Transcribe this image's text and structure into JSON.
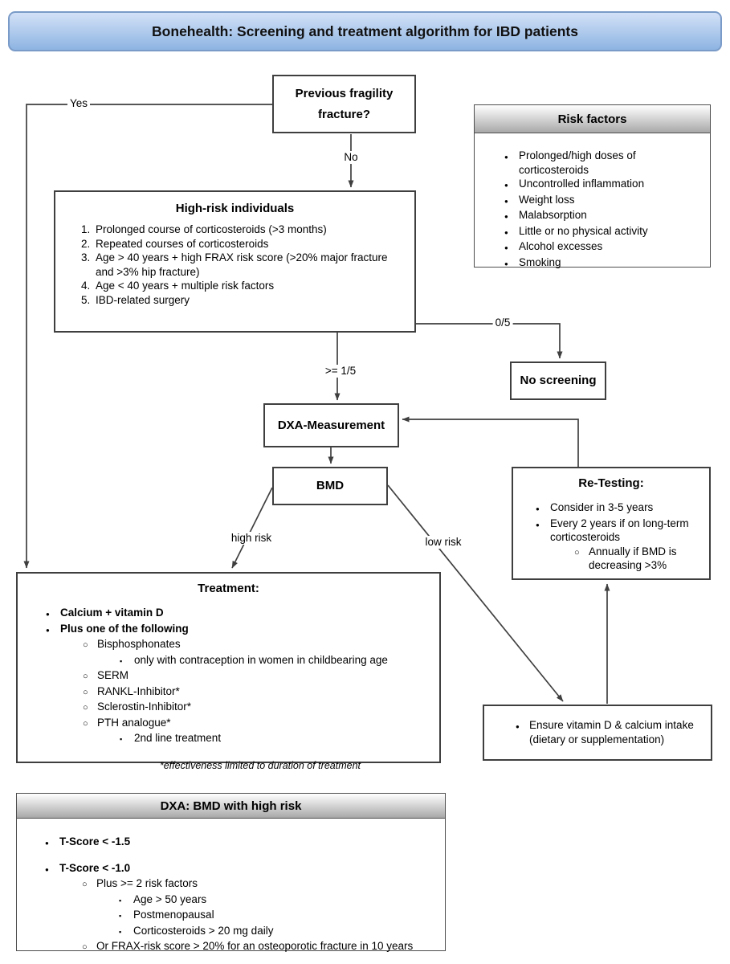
{
  "title_bar": {
    "text": "Bonehealth: Screening and treatment algorithm for IBD patients"
  },
  "markers": {
    "disc": "●",
    "circle": "○",
    "square": "▪"
  },
  "edge_labels": {
    "yes": "Yes",
    "no": "No",
    "zero_of_five": "0/5",
    "gte_one_of_five": ">= 1/5",
    "high_risk": "high risk",
    "low_risk": "low risk"
  },
  "previous_fracture": {
    "text": "Previous fragility fracture?"
  },
  "risk_factors": {
    "title": "Risk factors",
    "items": [
      {
        "text": "Prolonged/high doses of corticosteroids"
      },
      {
        "text": "Uncontrolled inflammation"
      },
      {
        "text": "Weight loss"
      },
      {
        "text": "Malabsorption"
      },
      {
        "text": "Little or no physical activity"
      },
      {
        "text": "Alcohol excesses"
      },
      {
        "text": "Smoking"
      }
    ]
  },
  "high_risk_individuals": {
    "title": "High-risk individuals",
    "items": [
      {
        "num": "1.",
        "text": "Prolonged course of corticosteroids (>3 months)"
      },
      {
        "num": "2.",
        "text": "Repeated courses of corticosteroids"
      },
      {
        "num": "3.",
        "text": "Age > 40 years + high FRAX risk score (>20% major fracture and >3% hip fracture)"
      },
      {
        "num": "4.",
        "text": "Age < 40 years + multiple risk factors"
      },
      {
        "num": "5.",
        "text": "IBD-related surgery"
      }
    ]
  },
  "no_screening": {
    "text": "No screening"
  },
  "dxa_measurement": {
    "text": "DXA-Measurement"
  },
  "bmd": {
    "text": "BMD"
  },
  "retesting": {
    "title": "Re-Testing:",
    "items": [
      {
        "text": "Consider in 3-5 years"
      },
      {
        "text": "Every 2 years if on long-term corticosteroids"
      },
      {
        "text": "Annually if BMD is decreasing >3%"
      }
    ]
  },
  "treatment": {
    "title": "Treatment:",
    "items": [
      {
        "text": "Calcium + vitamin D"
      },
      {
        "text": "Plus one of the following"
      },
      {
        "text": "Bisphosphonates"
      },
      {
        "text": "only with contraception in women in childbearing age"
      },
      {
        "text": "SERM"
      },
      {
        "text": "RANKL-Inhibitor*"
      },
      {
        "text": "Sclerostin-Inhibitor*"
      },
      {
        "text": "PTH analogue*"
      },
      {
        "text": "2nd line treatment"
      }
    ],
    "footnote": "*effectiveness limited to duration of treatment"
  },
  "ensure_intake": {
    "text": "Ensure vitamin D & calcium intake (dietary or supplementation)"
  },
  "dxa_bmd": {
    "title": "DXA: BMD with high risk",
    "items": [
      {
        "text": "T-Score < -1.5"
      },
      {
        "text": "T-Score < -1.0"
      },
      {
        "text": "Plus >= 2 risk factors"
      },
      {
        "text": "Age > 50 years"
      },
      {
        "text": "Postmenopausal"
      },
      {
        "text": "Corticosteroids > 20 mg daily"
      },
      {
        "text": "Or FRAX-risk score > 20% for an osteoporotic fracture in 10 years"
      }
    ]
  }
}
